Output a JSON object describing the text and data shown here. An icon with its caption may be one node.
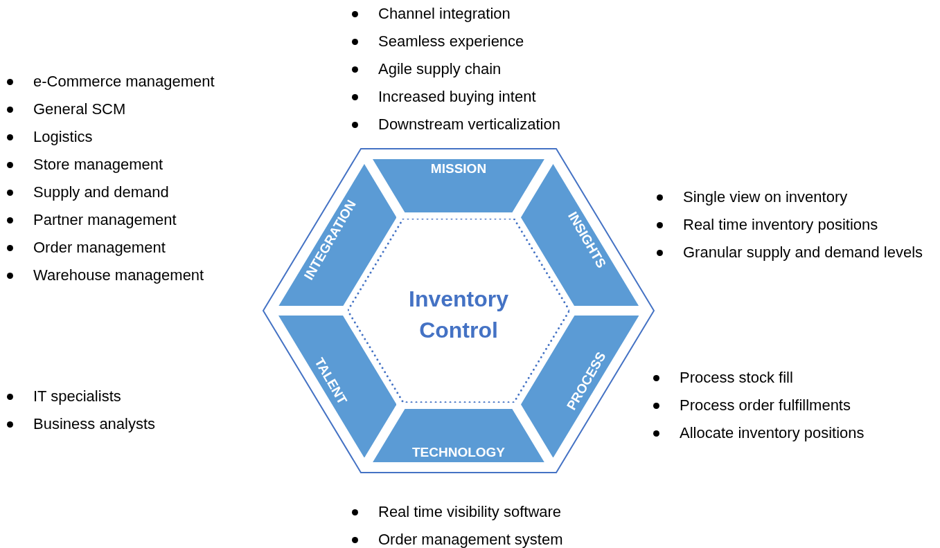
{
  "diagram": {
    "nodes": [
      {
        "text": [
          "MISSION"
        ]
      },
      {
        "text": [
          "INTEGRATION"
        ]
      },
      {
        "text": [
          "INSIGHTS"
        ]
      },
      {
        "text": [
          "Inventory Control"
        ]
      },
      {
        "text": [
          "TALENT"
        ]
      },
      {
        "text": [
          "PROCESS"
        ]
      },
      {
        "text": [
          "TECHNOLOGY"
        ]
      }
    ],
    "labels": [
      "Channel integration",
      "Seamless experience",
      "Agile supply chain",
      "Increased buying intent",
      "Downstream verticalization",
      "e-Commerce management",
      "General SCM",
      "Logistics",
      "Store management",
      "Supply and demand",
      "Partner management",
      "Order management",
      "Warehouse management",
      "Single view on inventory",
      "Real time inventory positions",
      "Granular supply and demand levels",
      "Process stock fill",
      "Process order fulfillments",
      "Allocate inventory positions",
      "IT specialists",
      "Business analysts",
      "Real time visibility software",
      "Order management system"
    ]
  }
}
